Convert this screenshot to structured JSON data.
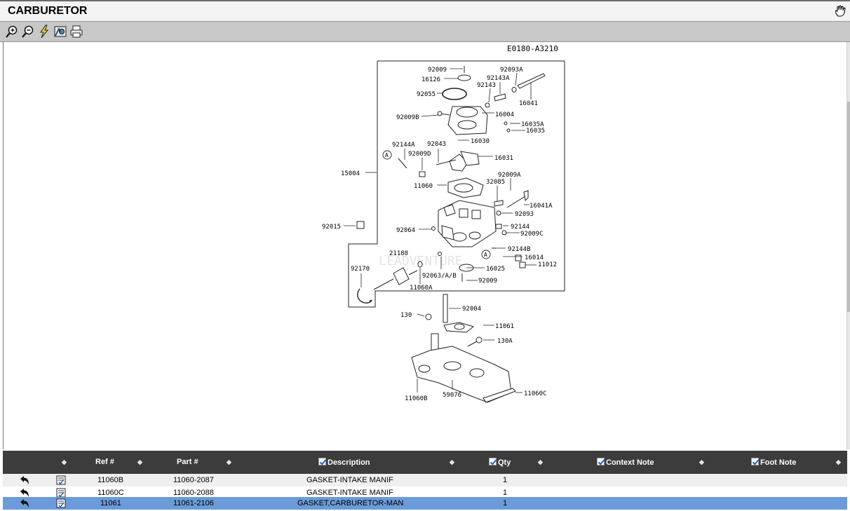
{
  "window": {
    "title": "CARBURETOR"
  },
  "toolbar": {
    "buttons": [
      "zoom-in",
      "zoom-out",
      "highlight",
      "settings",
      "print"
    ]
  },
  "diagram": {
    "code": "E0180-A3210",
    "labels": {
      "l92009_top": "92009",
      "l16126": "16126",
      "l92055": "92055",
      "l92093A": "92093A",
      "l92143A": "92143A",
      "l92143": "92143",
      "l16041": "16041",
      "l92009B": "92009B",
      "l16004": "16004",
      "l16035A": "16035A",
      "l16035": "16035",
      "l16030": "16030",
      "l92144A": "92144A",
      "l92043": "92043",
      "l92009D": "92009D",
      "l16031": "16031",
      "l15004": "15004",
      "l92009A": "92009A",
      "l32085": "32085",
      "l11060": "11060",
      "l16041A": "16041A",
      "l92093": "92093",
      "l92015": "92015",
      "l92064": "92064",
      "l92144": "92144",
      "l92009C": "92009C",
      "l21188": "21188",
      "l92144B": "92144B",
      "l16014": "16014",
      "l92170": "92170",
      "l11012": "11012",
      "l16025": "16025",
      "l92063": "92063/A/B",
      "l92009_low": "92009",
      "l11060A": "11060A",
      "l92004": "92004",
      "l130": "130",
      "l11061": "11061",
      "l130A": "130A",
      "l11060B": "11060B",
      "l59076": "59076",
      "l11060C": "11060C",
      "callout_a": "A"
    },
    "watermark": "LEADVENTURE"
  },
  "grid": {
    "columns": [
      "Ref #",
      "Part #",
      "Description",
      "Qty",
      "Context Note",
      "Foot Note"
    ],
    "rows": [
      {
        "ref": "11060B",
        "part": "11060-2087",
        "desc": "GASKET-INTAKE MANIF",
        "qty": "1"
      },
      {
        "ref": "11060C",
        "part": "11060-2088",
        "desc": "GASKET-INTAKE MANIF",
        "qty": "1"
      },
      {
        "ref": "11061",
        "part": "11061-2106",
        "desc": "GASKET,CARBURETOR-MAN",
        "qty": "1"
      }
    ]
  },
  "colors": {
    "header_bg": "#3c3c3c",
    "selected_row": "#6b9bd8",
    "toolbar_bg": "#c8c8c8"
  }
}
